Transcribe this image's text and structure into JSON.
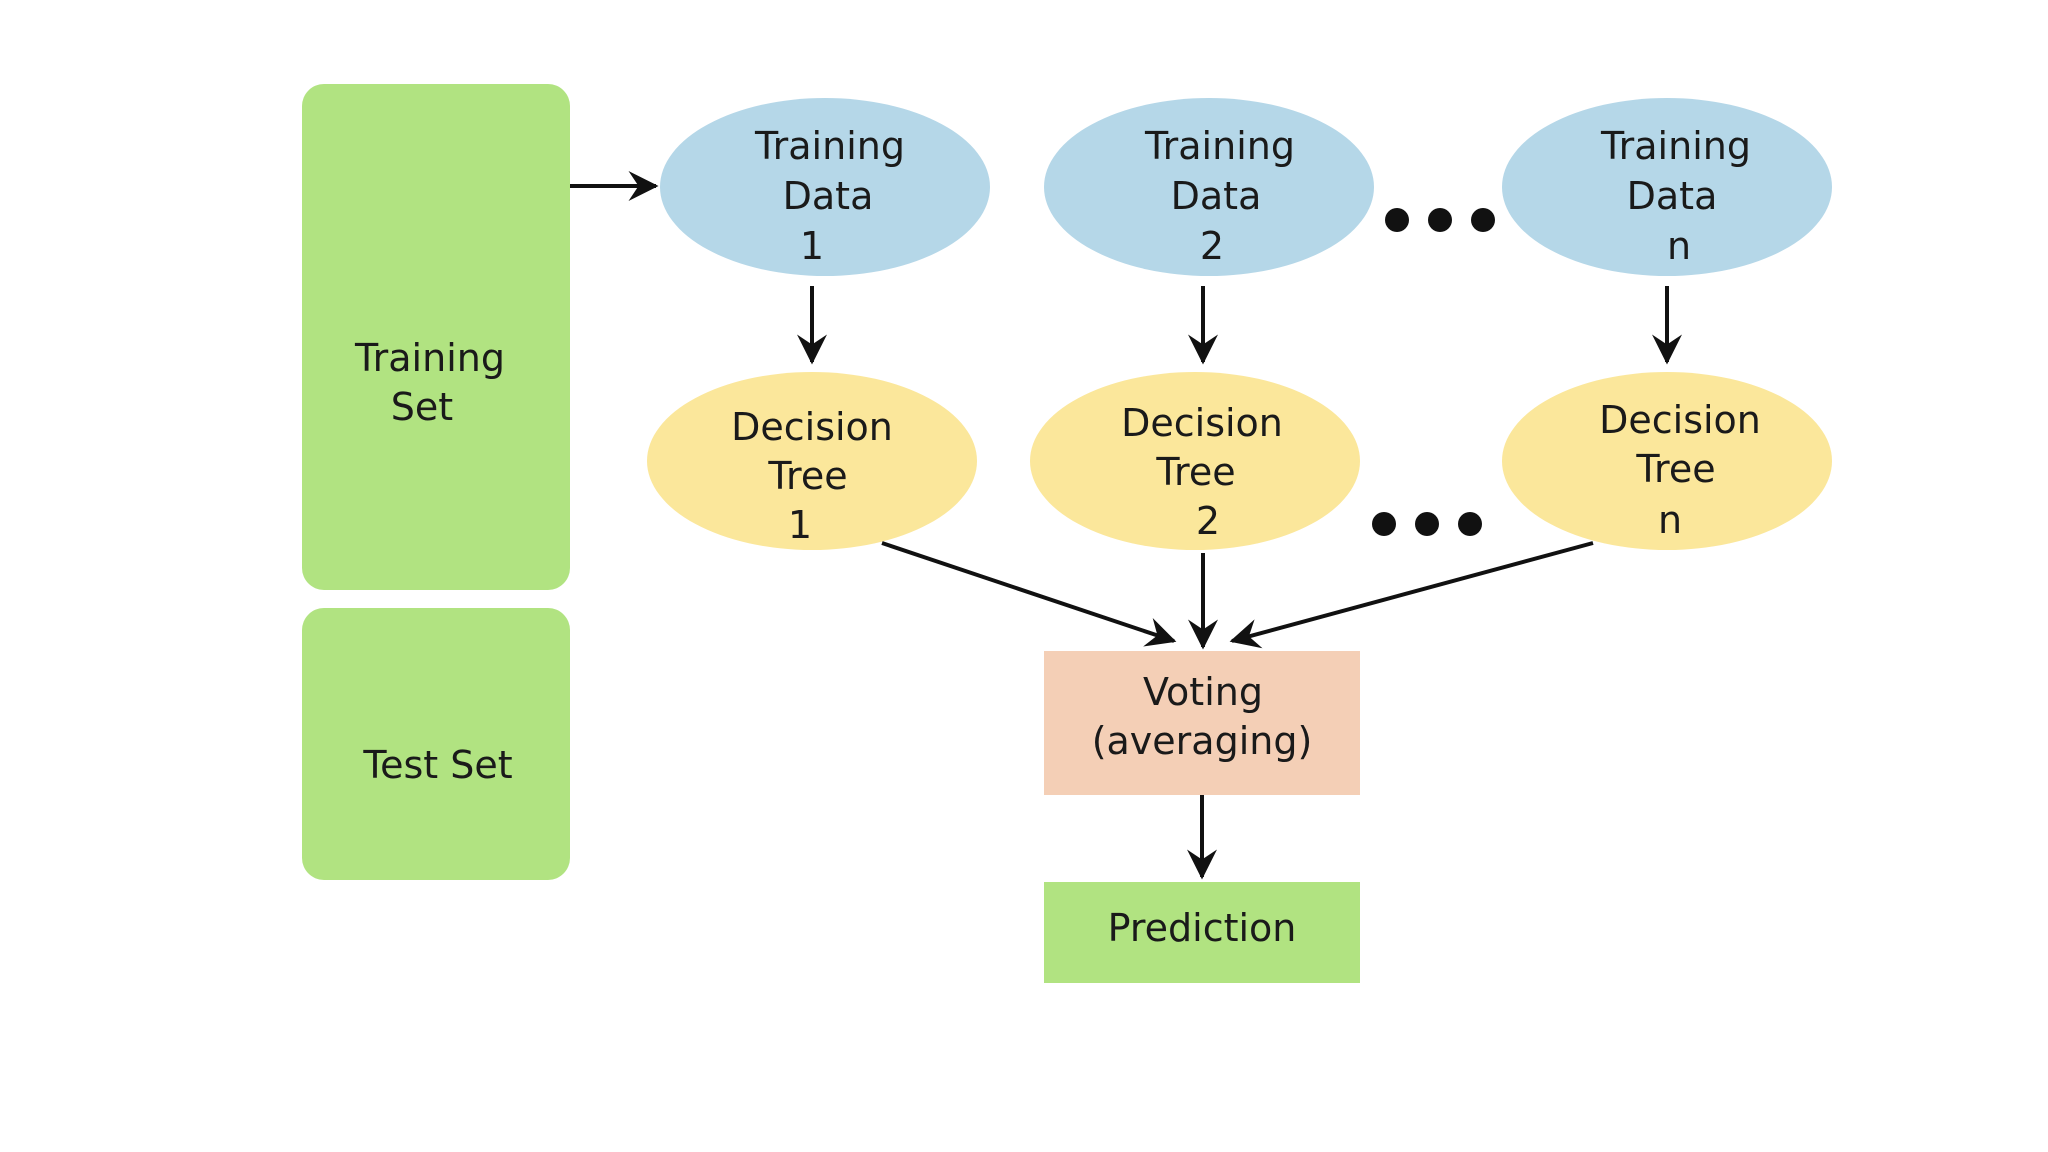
{
  "colors": {
    "set_box": "#b1e381",
    "training_data": "#b5d7e8",
    "decision_tree": "#fbe79b",
    "voting": "#f4cfb6",
    "prediction": "#b1e381",
    "arrow": "#111111",
    "dots": "#111111"
  },
  "training_set": {
    "line1": "Training",
    "line2": "Set"
  },
  "test_set": {
    "label": "Test Set"
  },
  "training_data": [
    {
      "line1": "Training",
      "line2": "Data",
      "line3": "1"
    },
    {
      "line1": "Training",
      "line2": "Data",
      "line3": "2"
    },
    {
      "line1": "Training",
      "line2": "Data",
      "line3": "n"
    }
  ],
  "decision_trees": [
    {
      "line1": "Decision",
      "line2": "Tree",
      "line3": "1"
    },
    {
      "line1": "Decision",
      "line2": "Tree",
      "line3": "2"
    },
    {
      "line1": "Decision",
      "line2": "Tree",
      "line3": "n"
    }
  ],
  "voting": {
    "line1": "Voting",
    "line2": "(averaging)"
  },
  "prediction": {
    "label": "Prediction"
  }
}
